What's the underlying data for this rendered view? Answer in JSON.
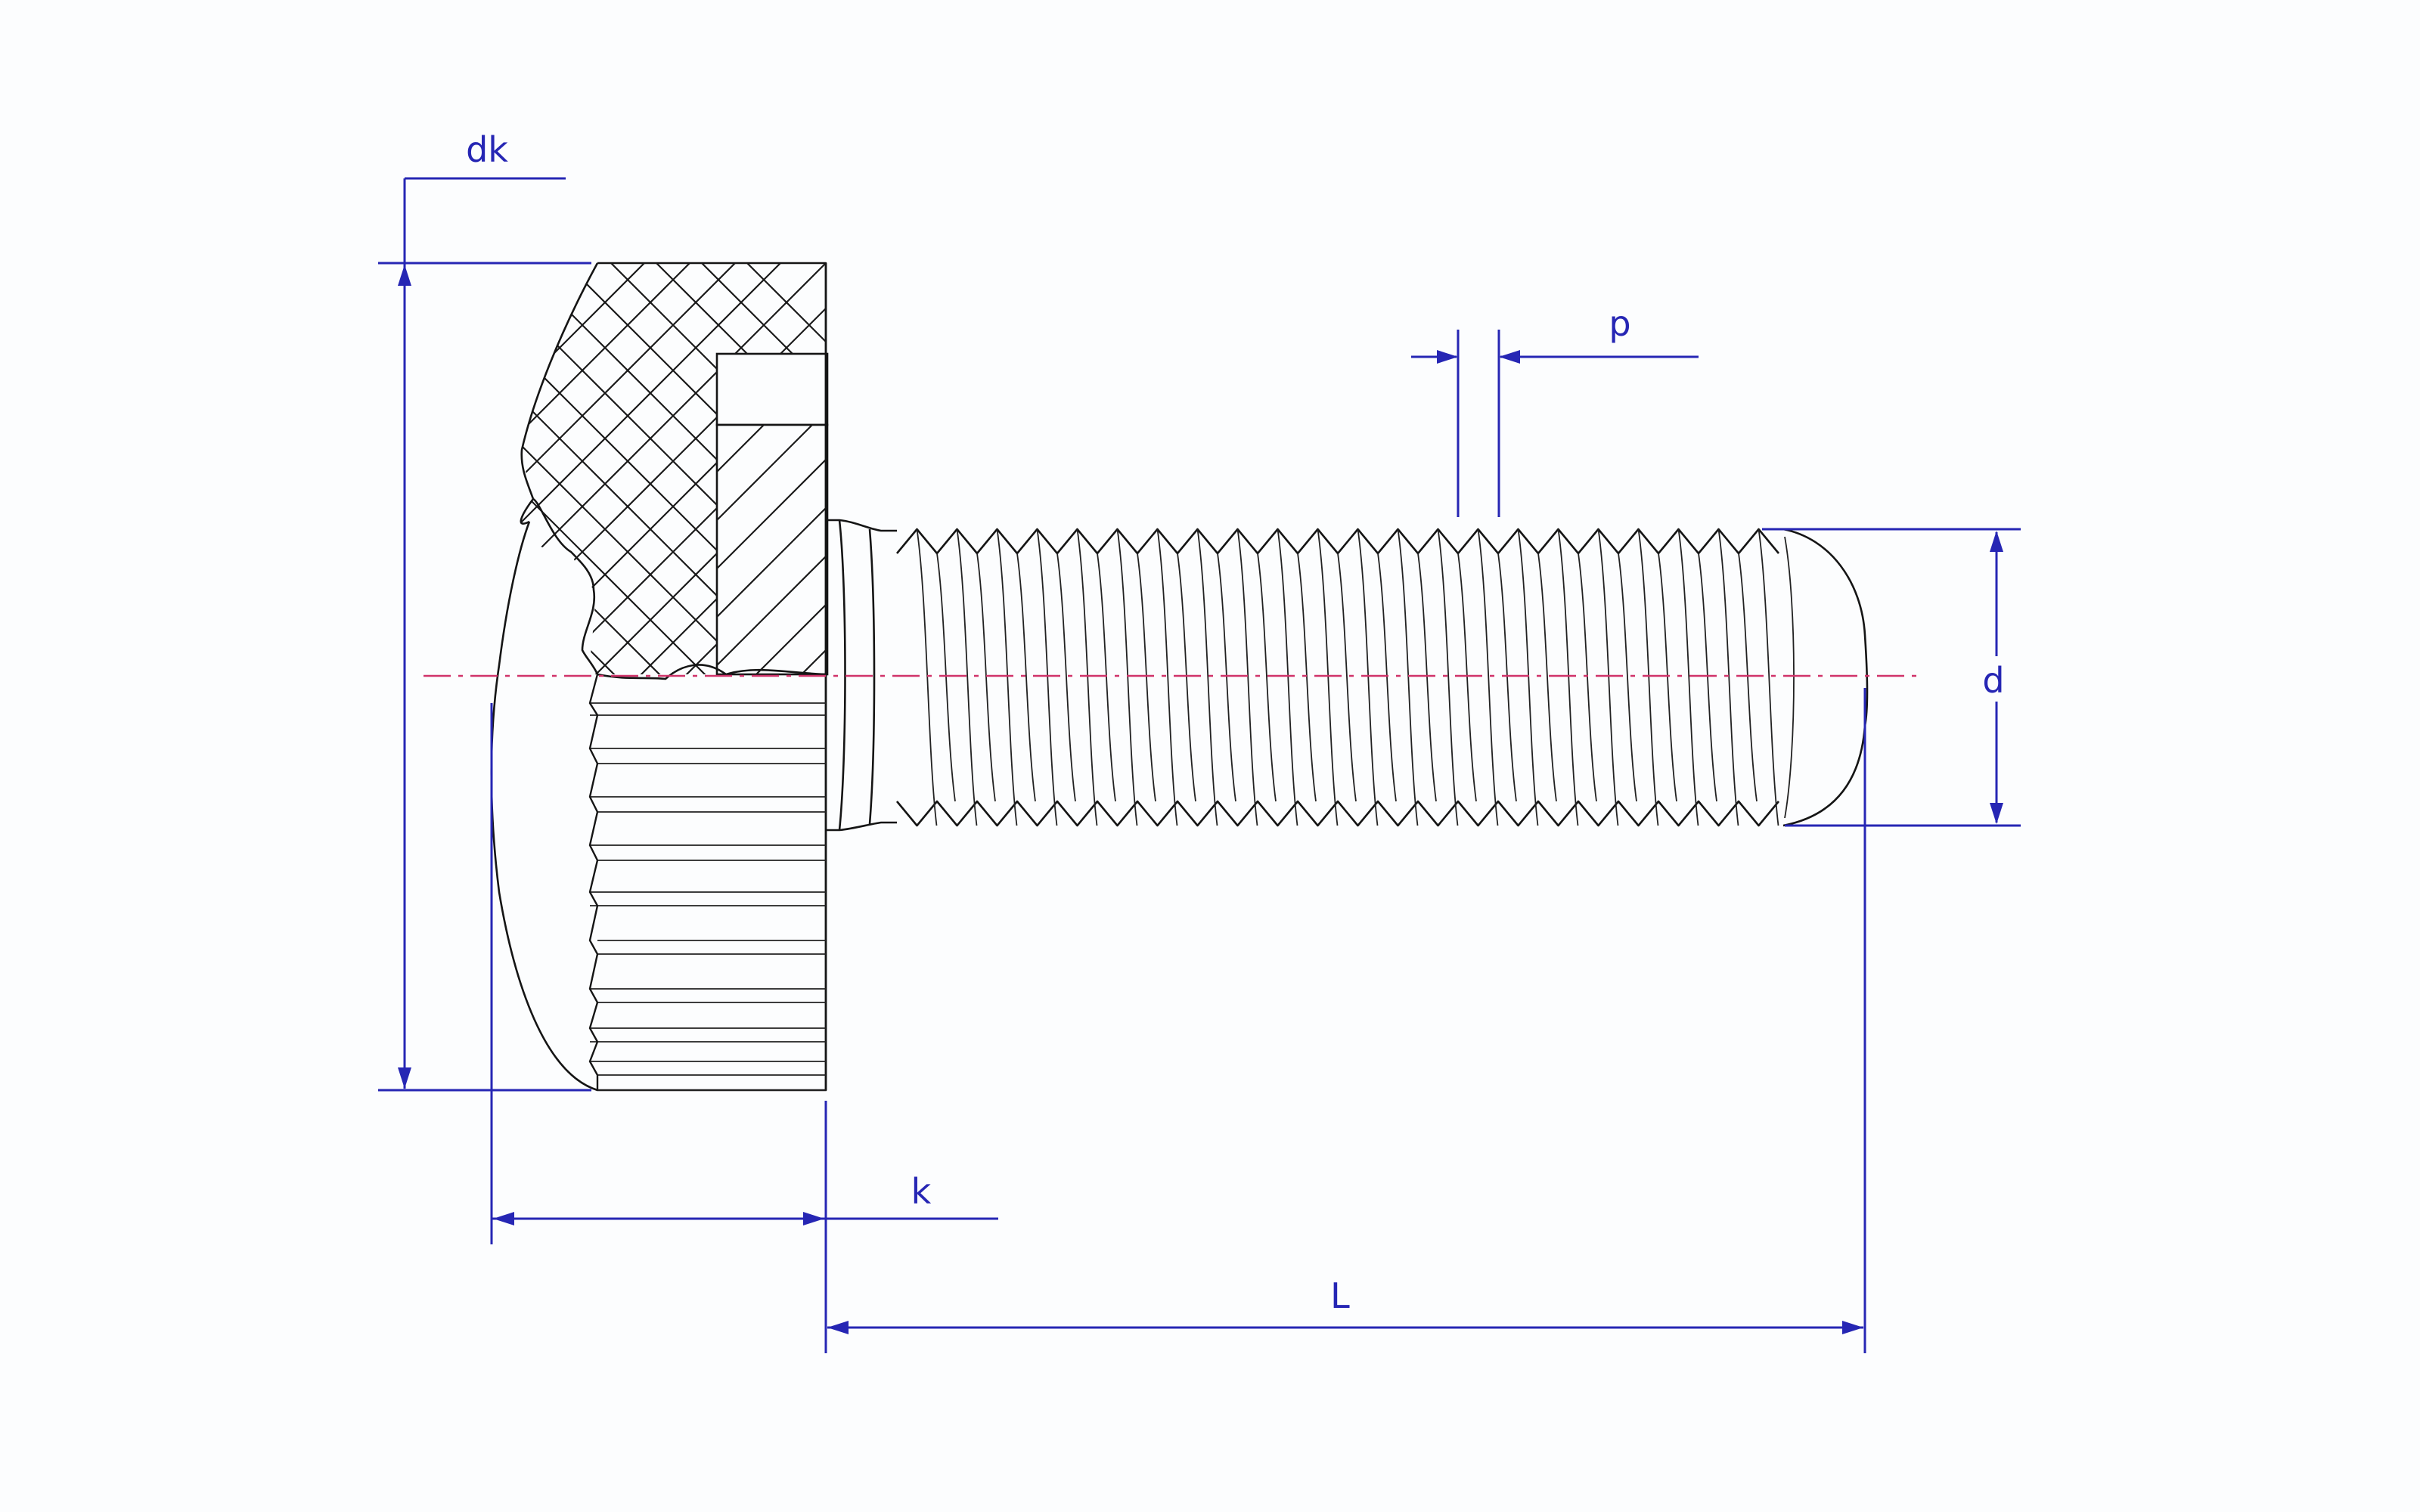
{
  "labels": {
    "dk": "dk",
    "p": "p",
    "d": "d",
    "k": "k",
    "L": "L"
  },
  "colors": {
    "dimension": "#2626b4",
    "centerline": "#d0336a",
    "part": "#151515",
    "background": "#fcfdfe"
  }
}
